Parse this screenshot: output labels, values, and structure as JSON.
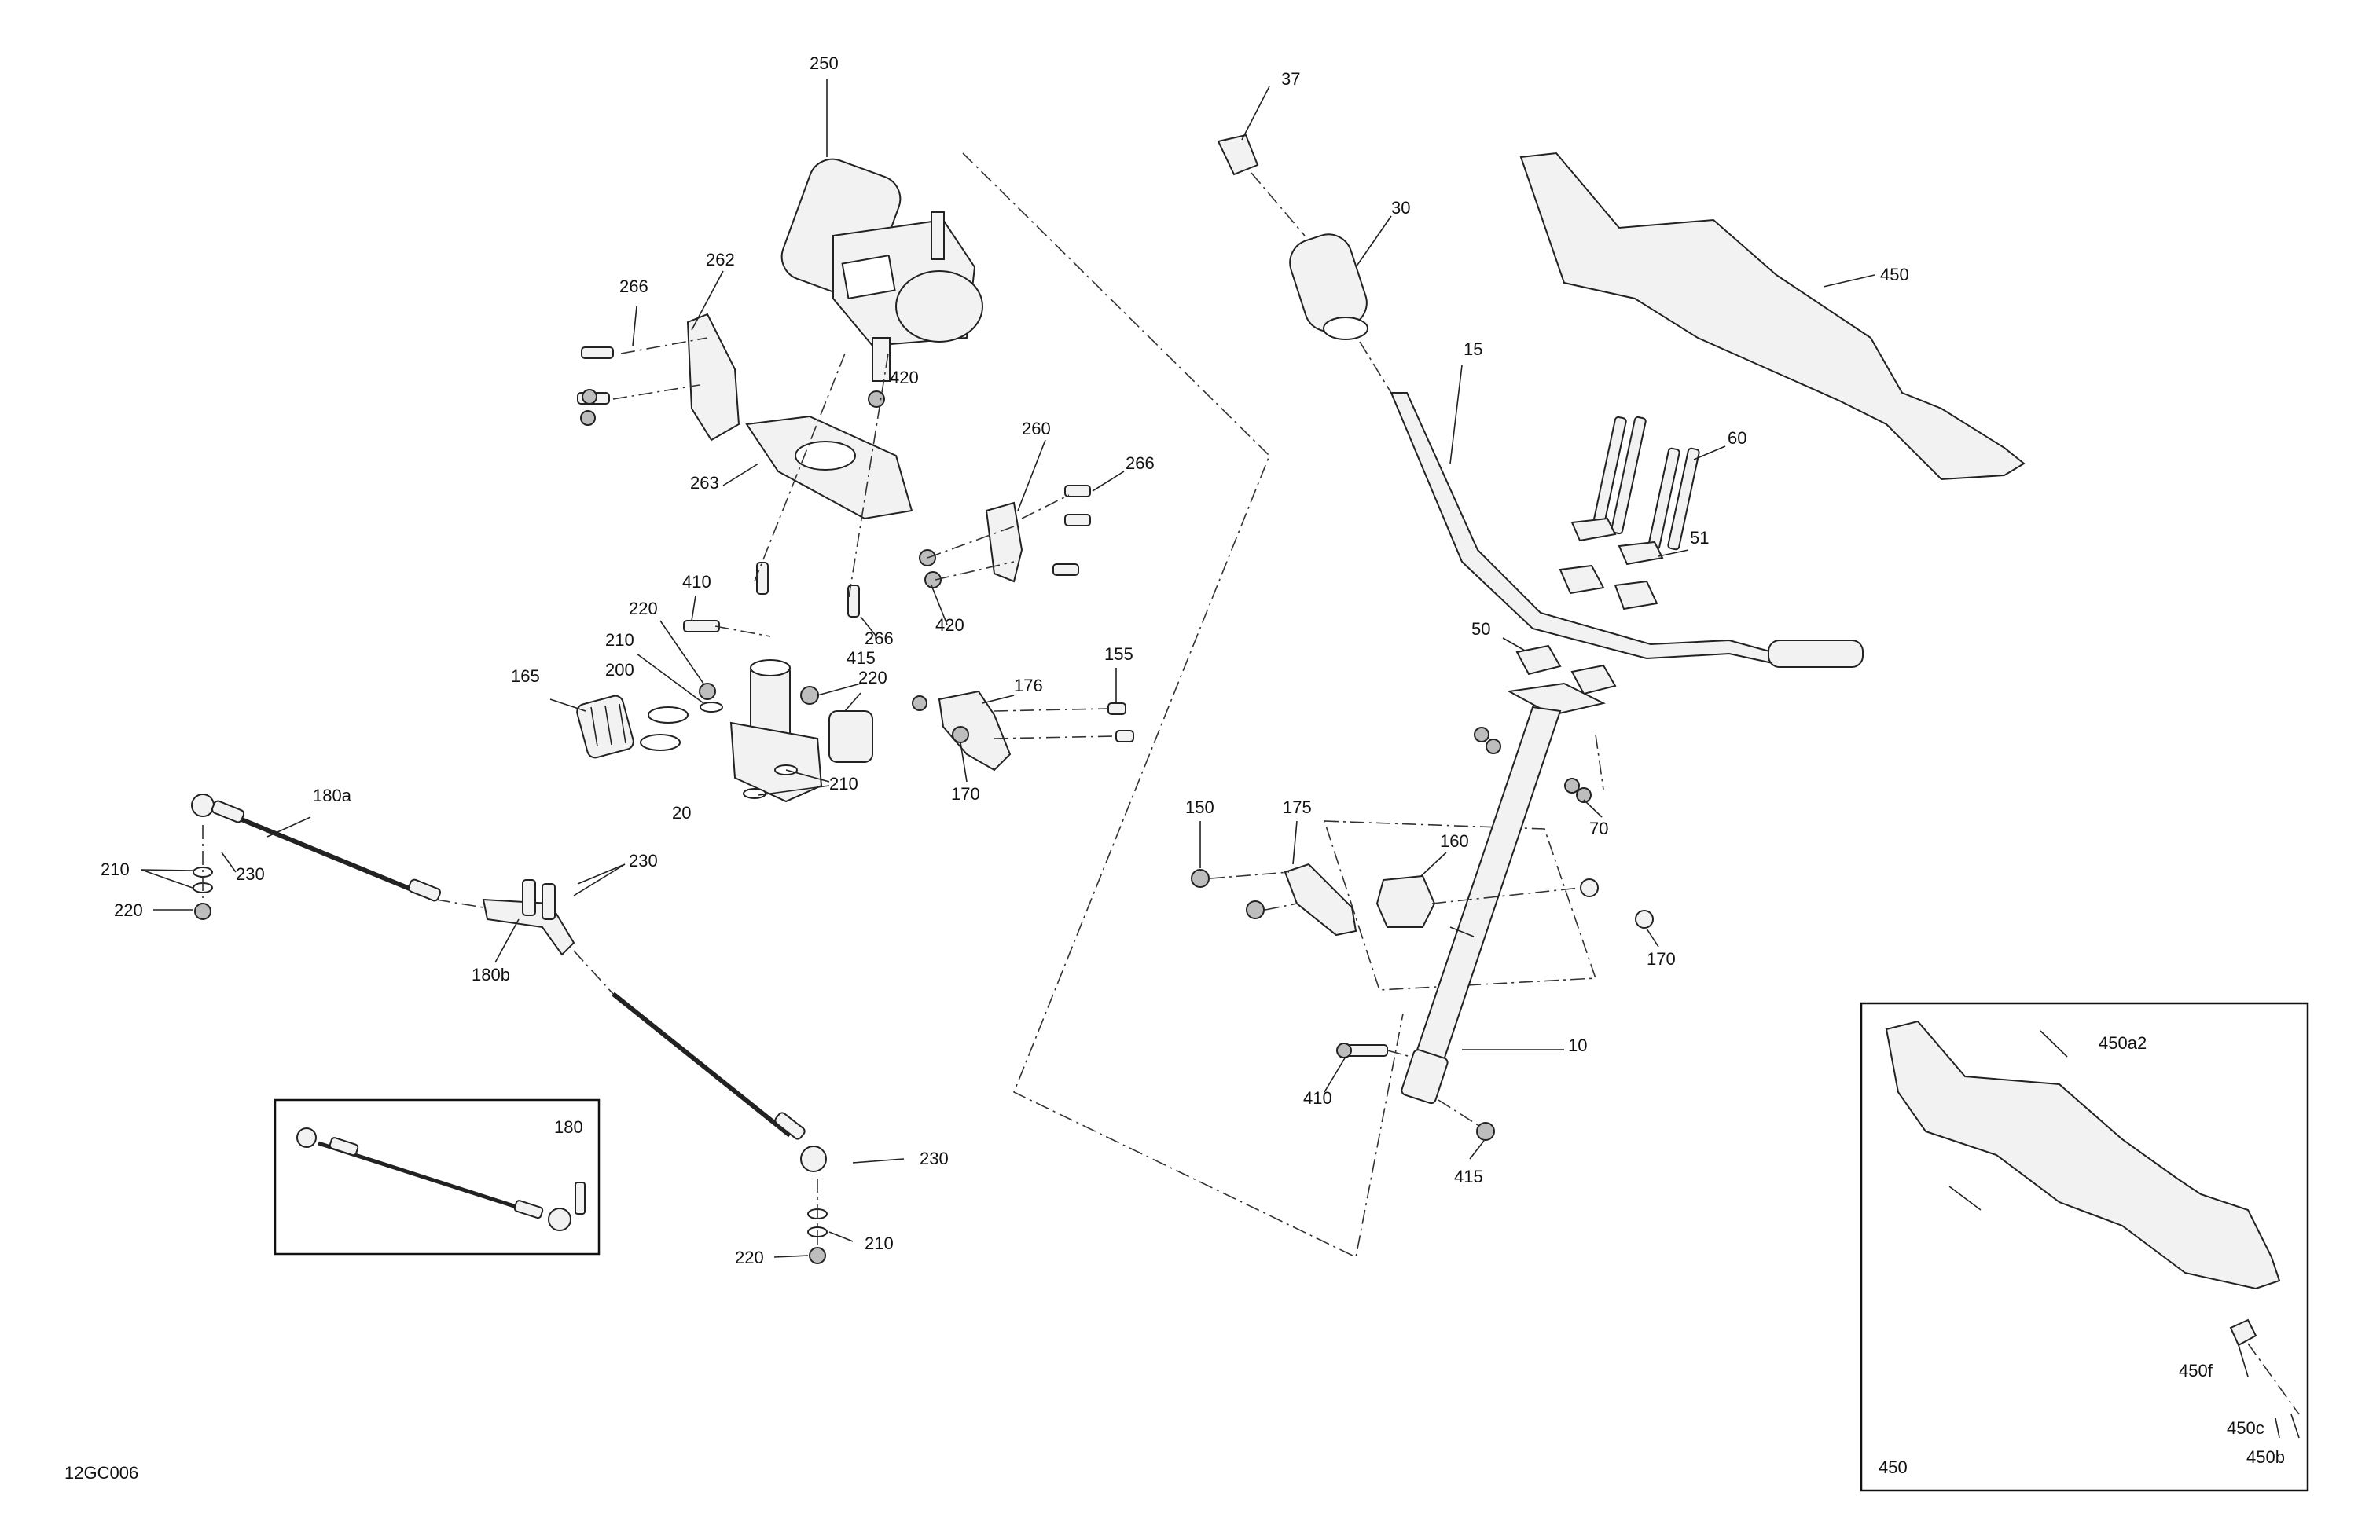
{
  "drawing_id": "12GC006",
  "callouts": {
    "c250": "250",
    "c37": "37",
    "c30": "30",
    "c450": "450",
    "c15": "15",
    "c266a": "266",
    "c262": "262",
    "c420a": "420",
    "c260": "260",
    "c266b": "266",
    "c263": "263",
    "c60": "60",
    "c51": "51",
    "c410a": "410",
    "c420b": "420",
    "c266c": "266",
    "c50": "50",
    "c220a": "220",
    "c415a": "415",
    "c220b": "220",
    "c155": "155",
    "c210a": "210",
    "c176": "176",
    "c165": "165",
    "c200": "200",
    "c210b": "210",
    "c170a": "170",
    "c20": "20",
    "c70": "70",
    "c180a": "180a",
    "c150": "150",
    "c175": "175",
    "c160": "160",
    "c210c": "210",
    "c230a": "230",
    "c230b": "230",
    "c220c": "220",
    "c170b": "170",
    "c180b": "180b",
    "c10": "10",
    "c410b": "410",
    "c415b": "415",
    "c180": "180",
    "c230c": "230",
    "c210d": "210",
    "c220d": "220",
    "c450a2": "450a2",
    "c450f": "450f",
    "c450c": "450c",
    "c450b": "450b",
    "c450box": "450"
  }
}
